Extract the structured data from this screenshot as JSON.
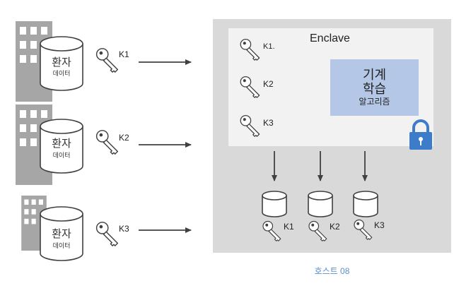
{
  "patients": [
    {
      "db_line1": "환자",
      "db_line2": "데이터",
      "key": "K1"
    },
    {
      "db_line1": "환자",
      "db_line2": "데이터",
      "key": "K2"
    },
    {
      "db_line1": "환자",
      "db_line2": "데이터",
      "key": "K3"
    }
  ],
  "host": {
    "caption": "호스트 08",
    "enclave_title": "Enclave",
    "enclave_keys": [
      "K1.",
      "K2",
      "K3"
    ],
    "ml_box": {
      "line1": "기계",
      "line2": "학습",
      "line3": "알고리즘"
    },
    "outputs": [
      "K1",
      "K2",
      "K3"
    ]
  },
  "colors": {
    "building": "#a6a6a6",
    "host_bg": "#d9d9d9",
    "enclave_bg": "#f2f2f2",
    "ml_box": "#b4c7e7",
    "lock": "#3d7cc9",
    "arrow": "#404040"
  }
}
